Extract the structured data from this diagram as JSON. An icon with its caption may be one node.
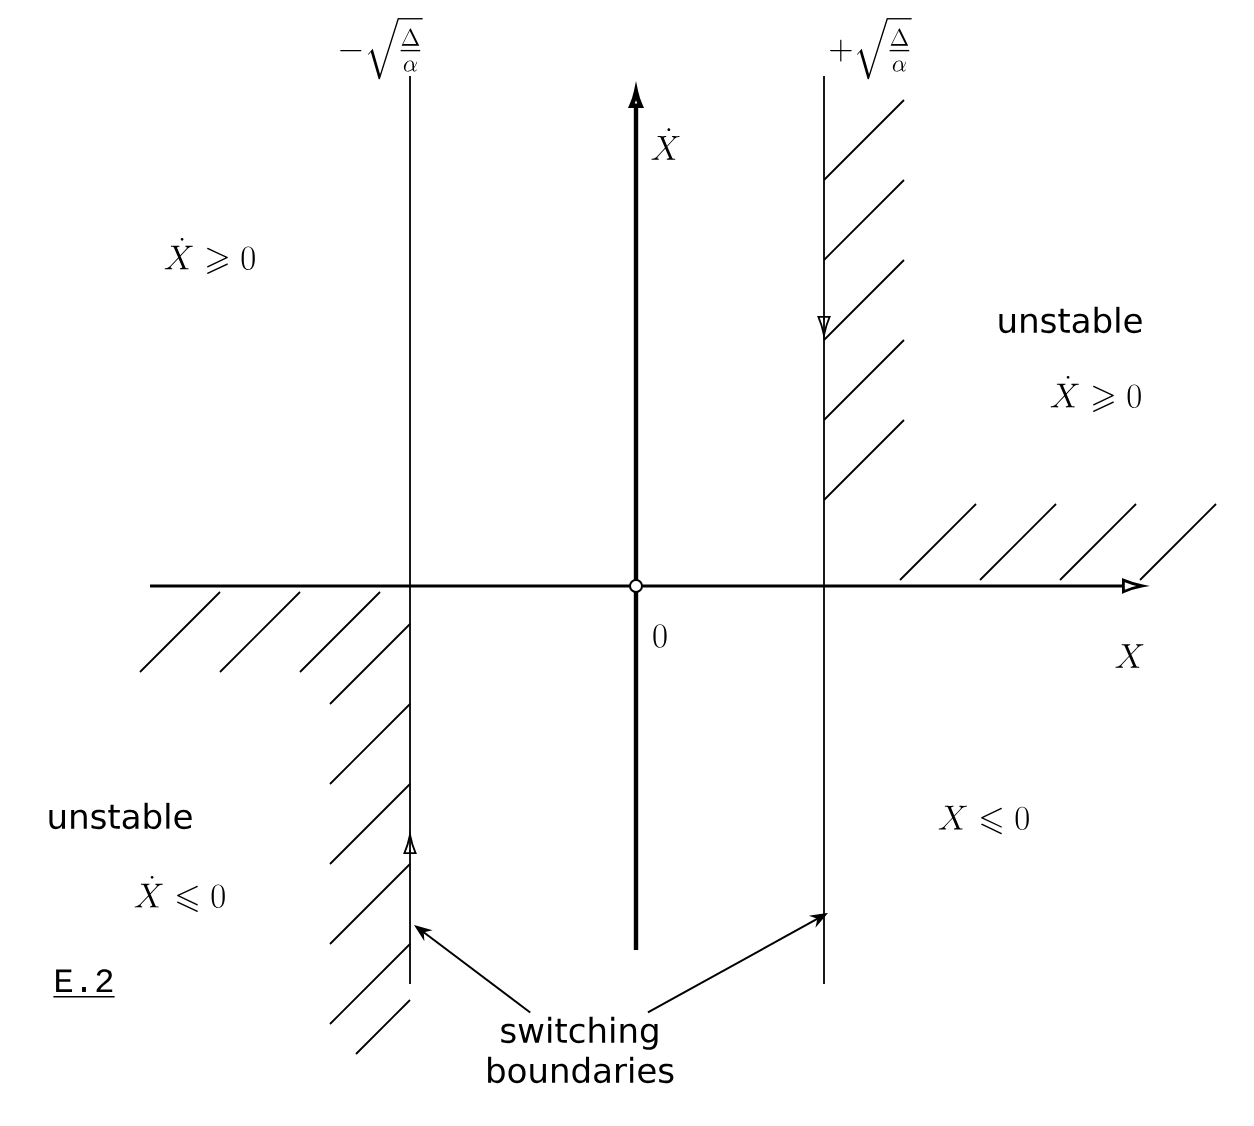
{
  "diagram": {
    "nodes": [
      {
        "text": [
          "switching boundaries"
        ]
      },
      {
        "text": [],
        "shape": "line"
      },
      {
        "text": [],
        "shape": "line"
      }
    ],
    "edges": [
      {
        "from": 0,
        "to": 1,
        "arrow": "to"
      },
      {
        "from": 0,
        "to": 2,
        "arrow": "to"
      }
    ],
    "labels": [
      "-\\sqrt{\\frac{\\Delta}{\\alpha}}",
      "\\dot{X}",
      "+\\sqrt{\\frac{\\Delta}{\\alpha}}",
      "\\dot{X}\\geqslant 0",
      "unstable",
      "\\dot{X}\\geqslant 0",
      "0",
      "X",
      "unstable",
      "\\dot{X}\\leqslant 0",
      "X\\leqslant 0",
      "E.2"
    ]
  }
}
